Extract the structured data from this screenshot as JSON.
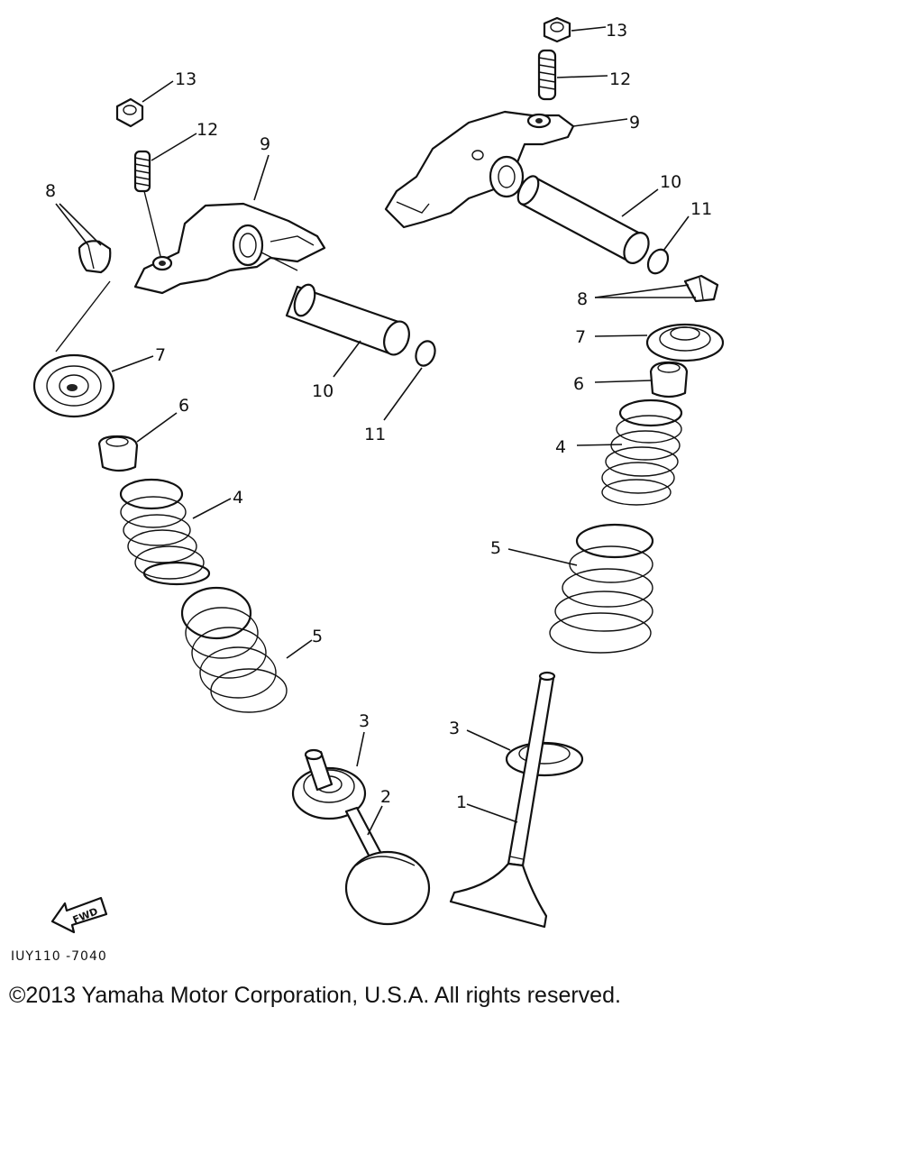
{
  "diagram": {
    "drawing_code": "IUY110 -7040",
    "copyright": "©2013 Yamaha Motor Corporation, U.S.A. All rights reserved.",
    "fwd_label": "FWD",
    "callouts": {
      "n1": "1",
      "n2": "2",
      "n3": "3",
      "n4": "4",
      "n5": "5",
      "n6": "6",
      "n7": "7",
      "n8": "8",
      "n9": "9",
      "n10": "10",
      "n11": "11",
      "n12": "12",
      "n13": "13"
    }
  }
}
